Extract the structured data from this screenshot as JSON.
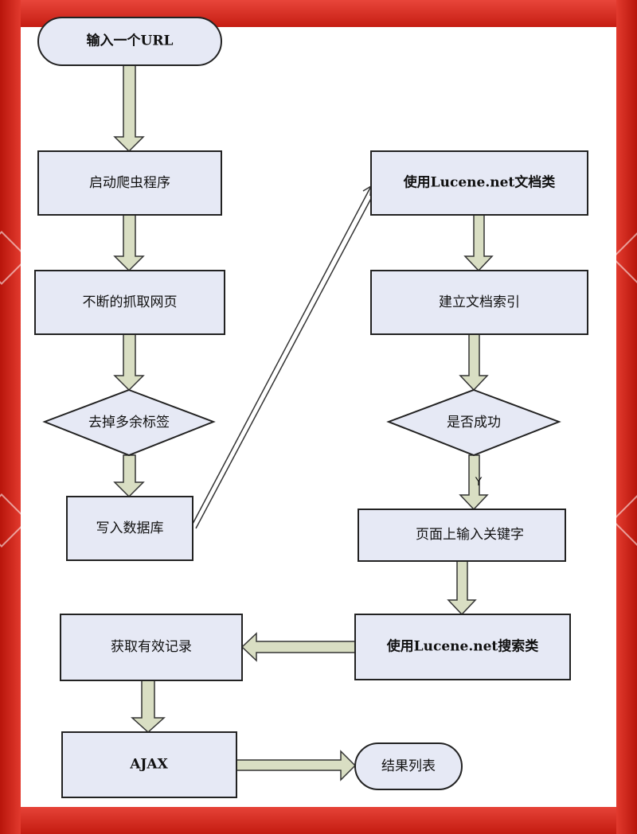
{
  "nodes": {
    "input_url": "输入一个URL",
    "start_crawler": "启动爬虫程序",
    "crawl_pages": "不断的抓取网页",
    "remove_tags": "去掉多余标签",
    "write_db": "写入数据库",
    "use_doc_class": "使用Lucene.net文档类",
    "build_index": "建立文档索引",
    "success_check": "是否成功",
    "input_keyword": "页面上输入关键字",
    "use_search_class": "使用Lucene.net搜索类",
    "get_records": "获取有效记录",
    "ajax": "AJAX",
    "result_list": "结果列表"
  },
  "edge_labels": {
    "yes": "Y"
  },
  "colors": {
    "box_fill": "#e6e9f5",
    "arrow_fill": "#d9dec3",
    "background": "#d92a1c"
  }
}
